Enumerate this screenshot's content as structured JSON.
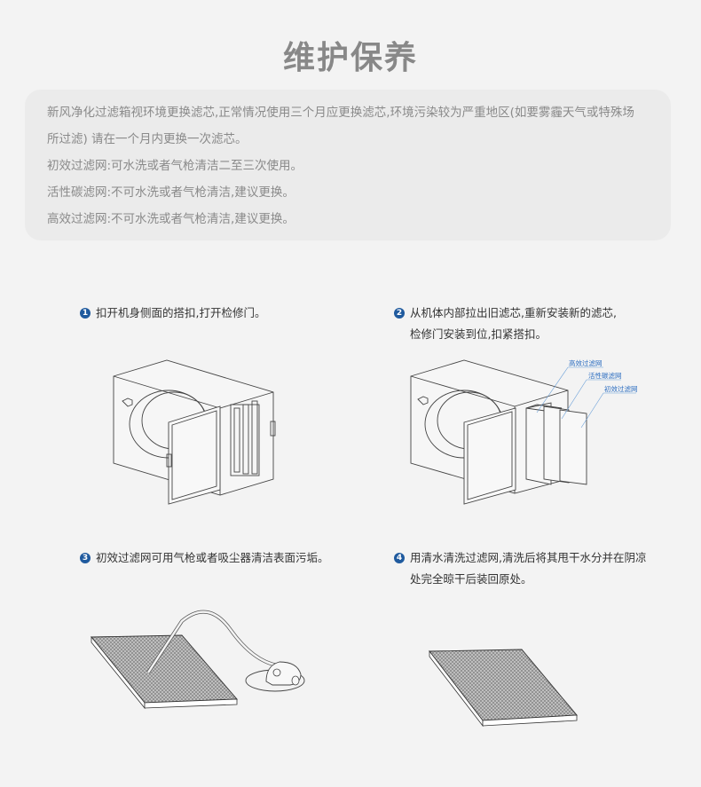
{
  "header": {
    "title": "维护保养"
  },
  "notice": {
    "lines": [
      "新风净化过滤箱视环境更换滤芯,正常情况使用三个月应更换滤芯,环境污染较为严重地区(如要雾霾天气或特殊场",
      "所过滤) 请在一个月内更换一次滤芯。",
      "初效过滤网:可水洗或者气枪清洁二至三次使用。",
      "活性碳滤网:不可水洗或者气枪清洁,建议更换。",
      "高效过滤网:不可水洗或者气枪清洁,建议更换。"
    ]
  },
  "steps": [
    {
      "number": "1",
      "line1": "扣开机身侧面的搭扣,打开检修门。",
      "line2": ""
    },
    {
      "number": "2",
      "line1": "从机体内部拉出旧滤芯,重新安装新的滤芯,",
      "line2": "检修门安装到位,扣紧搭扣。"
    },
    {
      "number": "3",
      "line1": "初效过滤网可用气枪或者吸尘器清洁表面污垢。",
      "line2": ""
    },
    {
      "number": "4",
      "line1": "用清水清洗过滤网,清洗后将其甩干水分并在阴凉",
      "line2": "处完全晾干后装回原处。"
    }
  ],
  "diagram_labels": {
    "hepa": "高效过滤网",
    "carbon": "活性碳滤网",
    "primary": "初效过滤网"
  },
  "colors": {
    "badge": "#1f5a9e",
    "label_blue": "#2a6cc0",
    "title_gray": "#888888"
  }
}
